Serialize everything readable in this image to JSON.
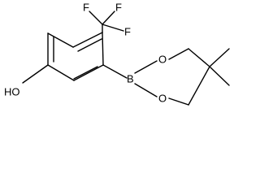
{
  "structure": {
    "atom_labels": {
      "fluorine_top_left": "F",
      "fluorine_top_right": "F",
      "fluorine_right": "F",
      "hydroxyl": "HO",
      "boron": "B",
      "oxygen_upper": "O",
      "oxygen_lower": "O"
    },
    "colors": {
      "bond": "#000000",
      "text": "#000000",
      "background": "#ffffff"
    }
  }
}
